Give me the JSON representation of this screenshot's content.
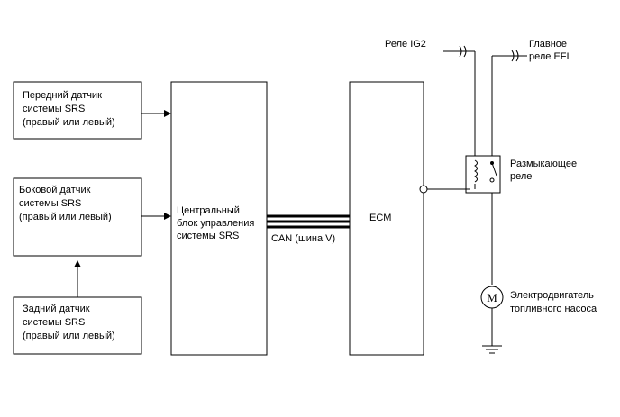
{
  "blocks": {
    "front_sensor": [
      "Передний датчик",
      "системы SRS",
      "(правый или левый)"
    ],
    "side_sensor": [
      "Боковой датчик",
      "системы SRS",
      "(правый или левый)"
    ],
    "rear_sensor": [
      "Задний датчик",
      "системы SRS",
      "(правый или левый)"
    ],
    "center_unit": [
      "Центральный",
      "блок управления",
      "системы SRS"
    ],
    "ecm": "ECM"
  },
  "bus_label": "CAN (шина V)",
  "relay_ig2": "Реле IG2",
  "main_efi_relay": [
    "Главное",
    "реле EFI"
  ],
  "cutoff_relay": [
    "Размыкающее",
    "реле"
  ],
  "fuel_pump_motor": [
    "Электродвигатель",
    "топливного насоса"
  ],
  "motor_symbol": "M"
}
